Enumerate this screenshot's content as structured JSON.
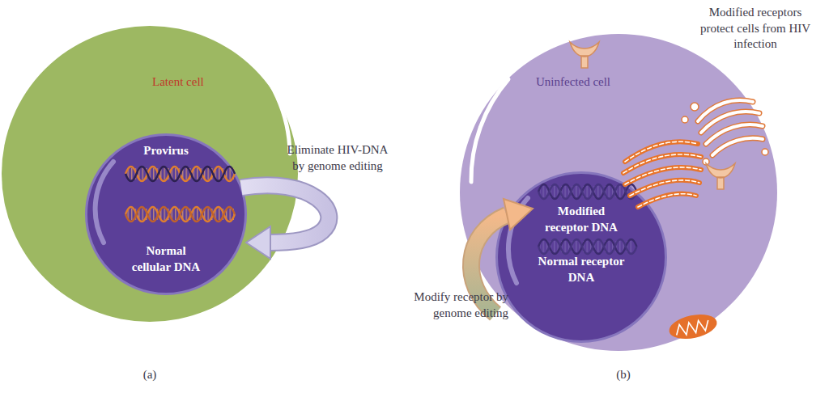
{
  "diagram": {
    "nodes": [
      {
        "text": [
          "Latent cell"
        ]
      },
      {
        "text": [
          "Provirus",
          "Normal cellular DNA"
        ],
        "in": 0
      },
      {
        "text": [
          "Uninfected cell"
        ]
      },
      {
        "text": [
          "Modified receptor DNA",
          "Normal receptor DNA"
        ],
        "in": 2
      }
    ],
    "labels": [
      "Eliminate HIV-DNA by genome editing",
      "Modify receptor by genome editing",
      "Modified receptors protect cells from HIV infection",
      "(a)",
      "(b)"
    ]
  }
}
